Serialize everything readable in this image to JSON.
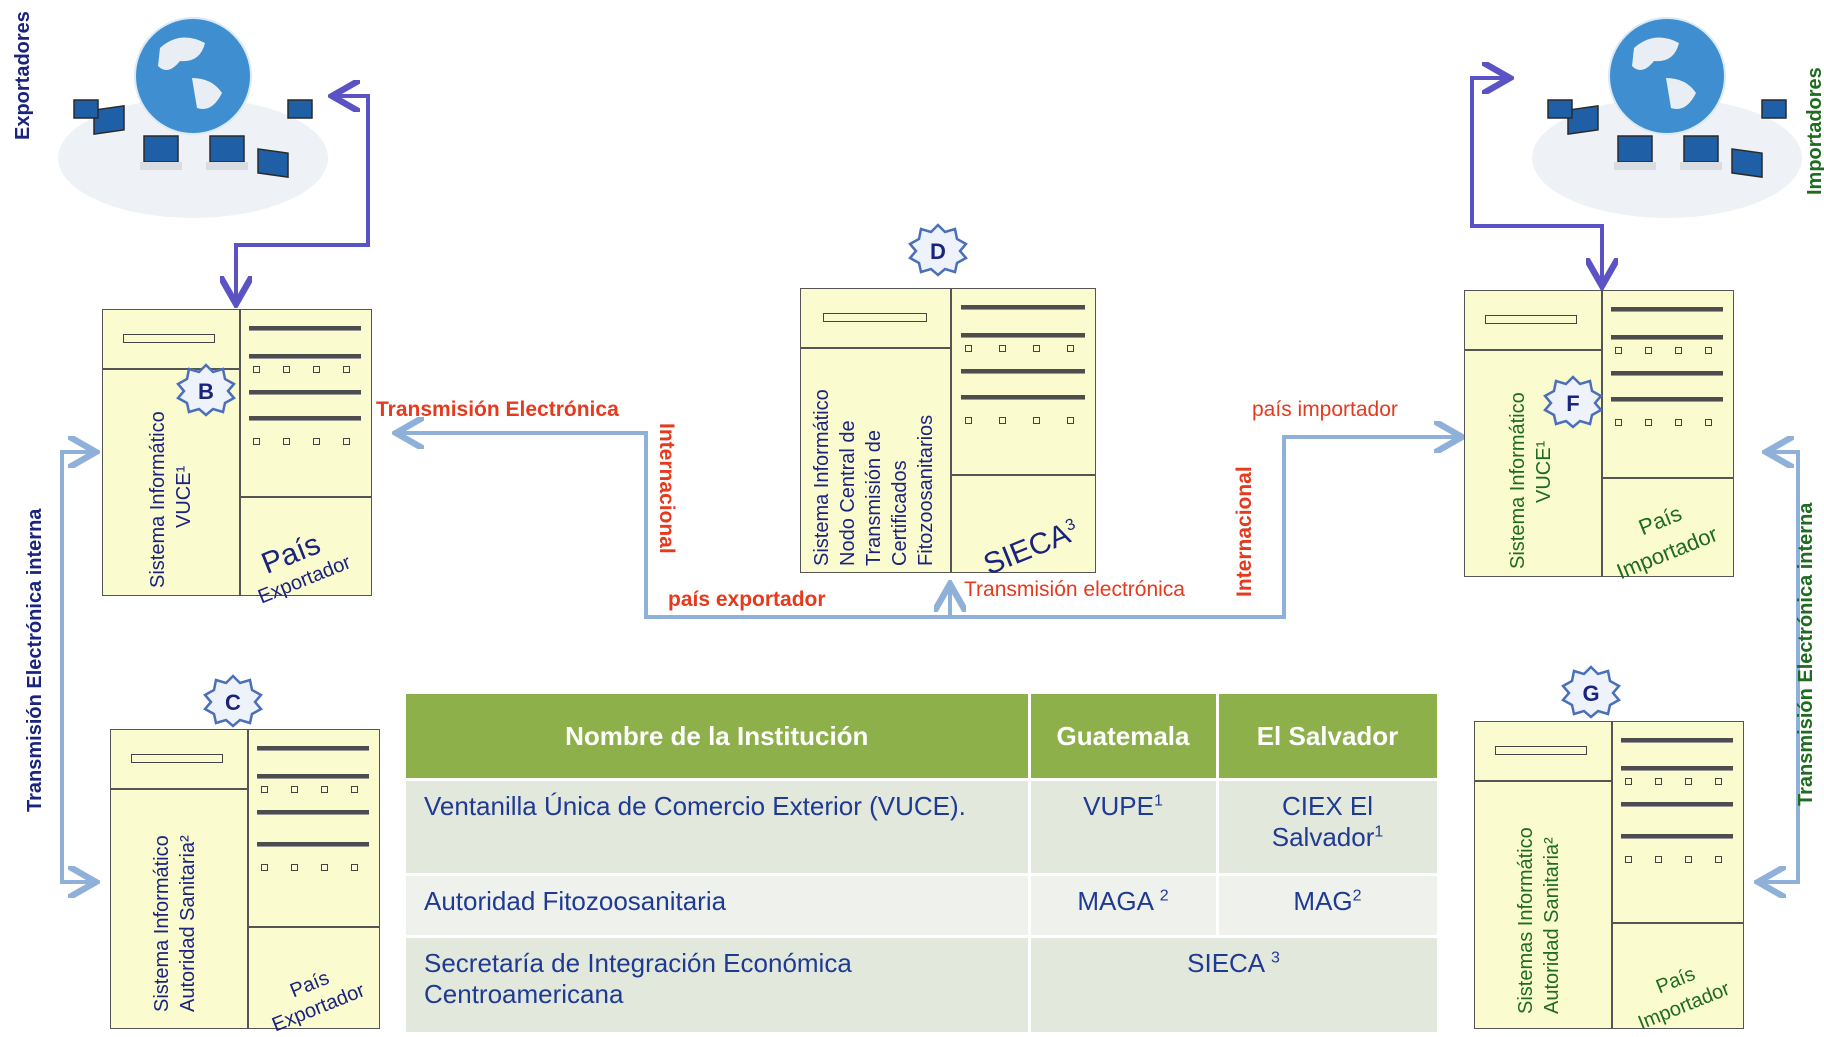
{
  "side_labels": {
    "exportadores": "Exportadores",
    "importadores": "Importadores",
    "left_internal": "Transmisión Electrónica interna",
    "right_internal": "Transmisión  Electrónica  interna"
  },
  "flow_labels": {
    "te_internacional_left": "Transmisión Electrónica",
    "internacional_left": "Internacional",
    "pais_exportador": "país exportador",
    "pais_importador": "país importador",
    "internacional_right": "Internacional",
    "te_right": "Transmisión electrónica"
  },
  "badges": {
    "b": "B",
    "c": "C",
    "d": "D",
    "f": "F",
    "g": "G"
  },
  "servers": {
    "b": {
      "system": "Sistema Informático",
      "name": "VUCE¹",
      "country1": "País",
      "country2": "Exportador"
    },
    "c": {
      "system": "Sistema Informático",
      "name": "Autoridad Sanitaria²",
      "country1": "País",
      "country2": "Exportador"
    },
    "d": {
      "line1": "Sistema Informático",
      "line2": "Nodo Central  de",
      "line3": "Transmisión de",
      "line4": "Certificados",
      "line5": "Fitozoosanitarios",
      "org": "SIECA",
      "org_sup": "3"
    },
    "f": {
      "system": "Sistema Informático",
      "name": "VUCE¹",
      "country1": "País",
      "country2": "Importador"
    },
    "g": {
      "system": "Sistemas Informático",
      "name": "Autoridad Sanitaria²",
      "country1": "País",
      "country2": "Importador"
    }
  },
  "table": {
    "headers": [
      "Nombre de la Institución",
      "Guatemala",
      "El Salvador"
    ],
    "rows": [
      {
        "name": "Ventanilla Única de Comercio Exterior (VUCE).",
        "gt": "VUPE",
        "gt_sup": "1",
        "sv": "CIEX El Salvador",
        "sv_sup": "1"
      },
      {
        "name": "Autoridad Fitozoosanitaria",
        "gt": "MAGA ",
        "gt_sup": "2",
        "sv": "MAG",
        "sv_sup": "2"
      },
      {
        "name": "Secretaría de Integración Económica Centroamericana",
        "both": "SIECA ",
        "both_sup": "3"
      }
    ]
  },
  "icons": [
    "network-globe-icon",
    "network-globe-icon"
  ],
  "colors": {
    "navy": "#1a237e",
    "green": "#1f6b1f",
    "red": "#e53a1e",
    "table_header": "#8db04b",
    "arrow_blue": "#8fb0d8",
    "arrow_purple": "#5b52c4"
  }
}
